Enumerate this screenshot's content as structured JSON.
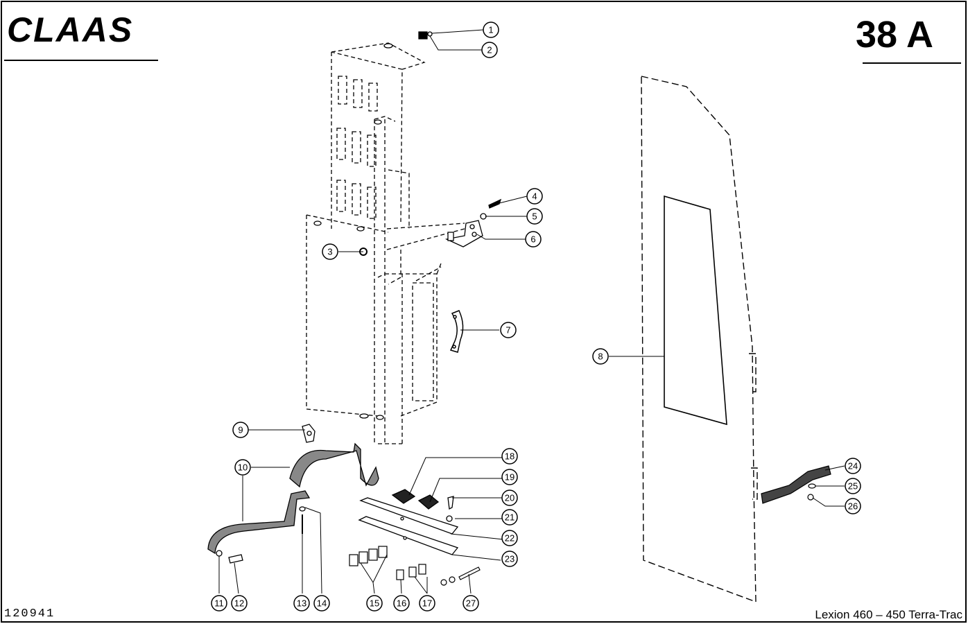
{
  "header": {
    "brand": "CLAAS",
    "page_code": "38 A"
  },
  "footer": {
    "drawing_number": "120941",
    "model": "Lexion 460 – 450 Terra-Trac"
  },
  "callouts": [
    "1",
    "2",
    "3",
    "4",
    "5",
    "6",
    "7",
    "8",
    "9",
    "10",
    "11",
    "12",
    "13",
    "14",
    "15",
    "16",
    "17",
    "18",
    "19",
    "20",
    "21",
    "22",
    "23",
    "24",
    "25",
    "26",
    "27"
  ]
}
